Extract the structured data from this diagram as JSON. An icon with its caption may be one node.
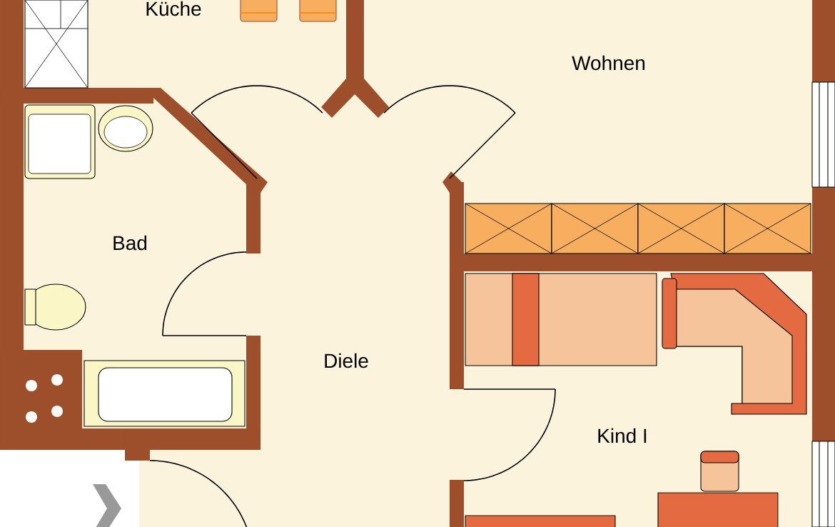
{
  "diagram": {
    "labels": [
      "Küche",
      "Wohnen",
      "Bad",
      "Diele",
      "Kind I"
    ]
  }
}
